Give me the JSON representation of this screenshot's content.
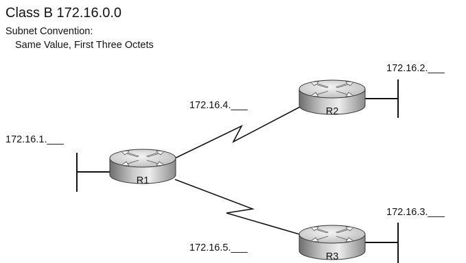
{
  "header": {
    "title": "Class B  172.16.0.0",
    "convention_label": "Subnet Convention:",
    "convention_value": "Same Value, First Three Octets"
  },
  "subnets": {
    "lan_r1": "172.16.1.___",
    "lan_r2": "172.16.2.___",
    "lan_r3": "172.16.3.___",
    "wan_r1_r2": "172.16.4.___",
    "wan_r1_r3": "172.16.5.___"
  },
  "routers": {
    "r1": "R1",
    "r2": "R2",
    "r3": "R3"
  },
  "icons": [
    "router-icon",
    "serial-link-icon",
    "lan-segment-icon"
  ]
}
